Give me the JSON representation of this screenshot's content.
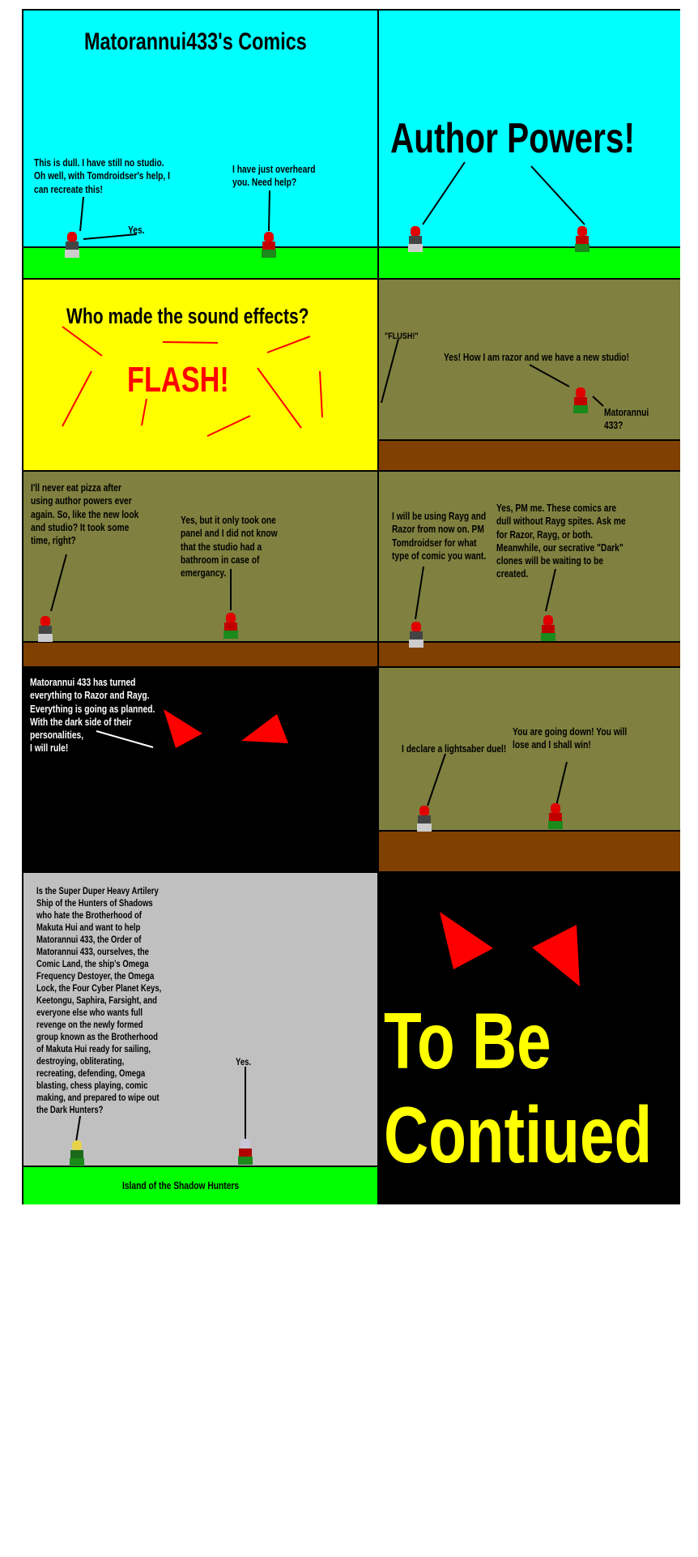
{
  "comic": {
    "title": "Matorannui433's Comics",
    "colors": {
      "sky": "#00ffff",
      "grass": "#00ff00",
      "yellow": "#ffff00",
      "studio_wall": "#808040",
      "studio_floor": "#804000",
      "dark": "#000000",
      "gray": "#c0c0c0",
      "red": "#ff0000"
    },
    "panels": [
      {
        "id": 1,
        "title": "Matorannui433's Comics",
        "speech_left": "This is dull. I have still no studio.\nOh well, with Tomdroidser's help, I\ncan recreate this!",
        "speech_reply": "Yes.",
        "speech_right": "I have just overheard\nyou. Need help?"
      },
      {
        "id": 2,
        "title": "Author Powers!"
      },
      {
        "id": 3,
        "caption": "Who made the sound effects?",
        "sound_effect": "FLASH!"
      },
      {
        "id": 4,
        "sound": "\"FLUSH!\"",
        "speech_main": "Yes! How I am razor and we have a new studio!",
        "speech_side": "Matorannui 433?"
      },
      {
        "id": 5,
        "speech_left": "I'll never eat pizza after\nusing author powers ever\nagain. So, like the new look\nand studio? It took some\ntime, right?",
        "speech_right": "Yes, but it only took one\npanel and I did not know\nthat the studio had a\nbathroom in case of\nemergancy."
      },
      {
        "id": 6,
        "speech_left": "I will be using Rayg and\nRazor from now on. PM\nTomdroidser for what\ntype of comic you want.",
        "speech_right": "Yes, PM me.  These comics are\ndull without Rayg spites. Ask me\nfor Razor, Rayg, or both.\nMeanwhile, our secrative \"Dark\"\nclones will be waiting to be\ncreated."
      },
      {
        "id": 7,
        "speech": "Matorannui 433 has turned\neverything to Razor and Rayg.\nEverything is going as planned.\nWith the dark side of their\npersonalities,\n I will rule!"
      },
      {
        "id": 8,
        "speech_left": "I declare a lightsaber duel!",
        "speech_right": "You are going down! You will\nlose and I shall win!"
      },
      {
        "id": 9,
        "speech_left": "Is the Super Duper Heavy Artilery\nShip of the Hunters of Shadows\nwho hate the Brotherhood of\nMakuta Hui and want to help\nMatorannui 433, the Order of\nMatorannui 433, ourselves, the\nComic Land, the ship's Omega\nFrequency Destoyer, the Omega\nLock, the Four Cyber Planet Keys,\nKeetongu, Saphira, Farsight, and\neveryone else who wants full\nrevenge on the newly formed\ngroup known as the Brotherhood\nof Makuta Hui ready for sailing,\ndestroying,  obliterating,\nrecreating, defending, Omega\nblasting, chess playing, comic\nmaking, and prepared to wipe out\nthe Dark Hunters?",
        "speech_right": "Yes.",
        "location": "Island of the Shadow Hunters"
      },
      {
        "id": 10,
        "ending_line1": "To Be",
        "ending_line2": "Contiued"
      }
    ]
  }
}
